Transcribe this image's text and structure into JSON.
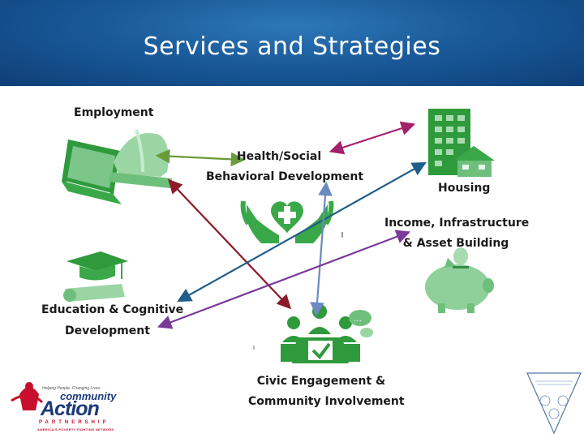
{
  "title": "Services and Strategies",
  "nodes": {
    "employment": "Employment",
    "health_line1": "Health/Social",
    "health_line2": "Behavioral Development",
    "housing": "Housing",
    "income_line1": "Income, Infrastructure",
    "income_line2": "& Asset Building",
    "education_line1": "Education & Cognitive",
    "education_line2": "Development",
    "civic_line1": "Civic Engagement &",
    "civic_line2": "Community Involvement"
  },
  "logo": {
    "tagline": "Helping People. Changing Lives.",
    "word1": "community",
    "word2": "Action",
    "word3": "PARTNERSHIP",
    "word4": "AMERICA'S POVERTY FIGHTING NETWORK"
  },
  "colors": {
    "banner": "#1a5a9a",
    "icon_green": "#2e9a3c",
    "arrow_green": "#6a9a3a",
    "arrow_maroon": "#8b1a2a",
    "arrow_magenta": "#a3206a",
    "arrow_teal": "#1f5d8a",
    "arrow_blue": "#6a8ac0",
    "arrow_purple": "#7a3a9a"
  }
}
